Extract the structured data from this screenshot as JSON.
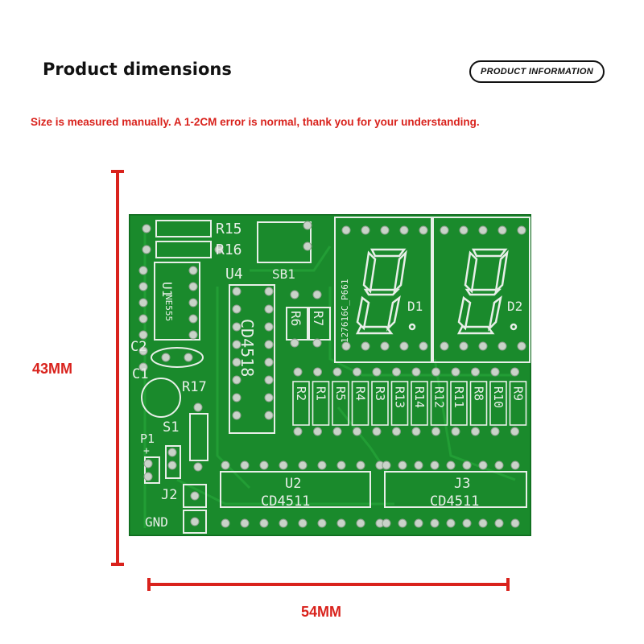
{
  "header": {
    "title": "Product dimensions",
    "badge": "PRODUCT INFORMATION"
  },
  "note": "Size is measured manually. A 1-2CM error is normal, thank you for your understanding.",
  "dimensions": {
    "height_label": "43MM",
    "width_label": "54MM",
    "color": "#d9221c"
  },
  "pcb": {
    "board_color": "#1a8a2c",
    "silkscreen_color": "#e8efe8",
    "labels": {
      "r15": "R15",
      "r16": "R16",
      "u4": "U4",
      "sb1": "SB1",
      "u1": "U1",
      "ne555": "NE555",
      "cd4518": "CD4518",
      "r6": "R6",
      "r7": "R7",
      "display_part": "127616C_P661",
      "d1": "D1",
      "d2": "D2",
      "c2": "C2",
      "c1": "C1",
      "r17": "R17",
      "s1": "S1",
      "p1": "P1",
      "plus": "+",
      "j2": "J2",
      "gnd": "GND",
      "u2": "U2",
      "cd4511_a": "CD4511",
      "j3": "J3",
      "cd4511_b": "CD4511"
    },
    "resistor_row": [
      "R2",
      "R1",
      "R5",
      "R4",
      "R3",
      "R13",
      "R14",
      "R12",
      "R11",
      "R8",
      "R10",
      "R9"
    ]
  }
}
